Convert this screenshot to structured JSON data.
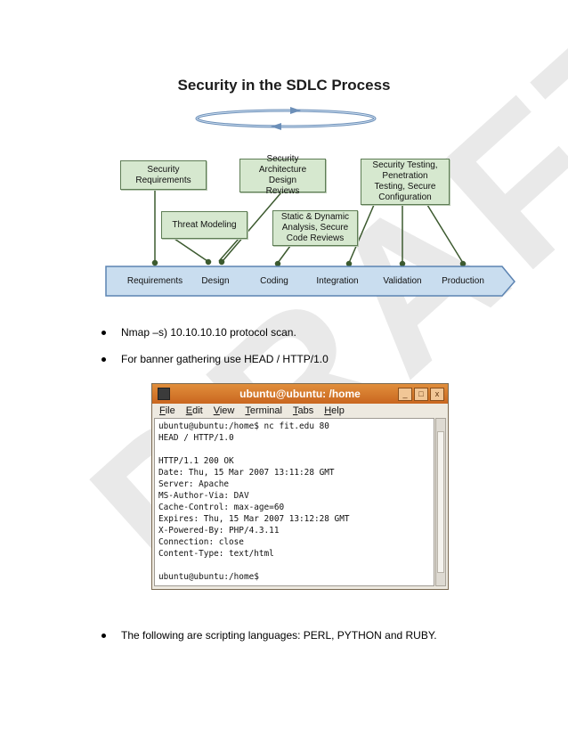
{
  "watermark": "DRAFT",
  "diagram": {
    "title": "Security in the SDLC Process",
    "boxes": [
      {
        "label": "Security\nRequirements"
      },
      {
        "label": "Threat Modeling"
      },
      {
        "label": "Security\nArchitecture Design\nReviews"
      },
      {
        "label": "Static & Dynamic\nAnalysis, Secure\nCode Reviews"
      },
      {
        "label": "Security Testing,\nPenetration\nTesting, Secure\nConfiguration"
      }
    ],
    "phases": [
      "Requirements",
      "Design",
      "Coding",
      "Integration",
      "Validation",
      "Production"
    ],
    "colors": {
      "box_fill": "#d6e8cf",
      "bar_fill": "#c9ddef",
      "bar_border": "#5b83b2",
      "connector": "#3c5a2f"
    }
  },
  "bullets": {
    "b1": "Nmap –s) 10.10.10.10  protocol scan.",
    "b2": "For banner gathering use HEAD / HTTP/1.0",
    "b3": "The following are scripting languages: PERL, PYTHON and RUBY."
  },
  "terminal": {
    "title": "ubuntu@ubuntu: /home",
    "window_buttons": [
      "_",
      "□",
      "x"
    ],
    "menu": [
      "File",
      "Edit",
      "View",
      "Terminal",
      "Tabs",
      "Help"
    ],
    "lines": [
      "ubuntu@ubuntu:/home$ nc fit.edu 80",
      "HEAD / HTTP/1.0",
      "",
      "HTTP/1.1 200 OK",
      "Date: Thu, 15 Mar 2007 13:11:28 GMT",
      "Server: Apache",
      "MS-Author-Via: DAV",
      "Cache-Control: max-age=60",
      "Expires: Thu, 15 Mar 2007 13:12:28 GMT",
      "X-Powered-By: PHP/4.3.11",
      "Connection: close",
      "Content-Type: text/html",
      "",
      "ubuntu@ubuntu:/home$"
    ]
  }
}
